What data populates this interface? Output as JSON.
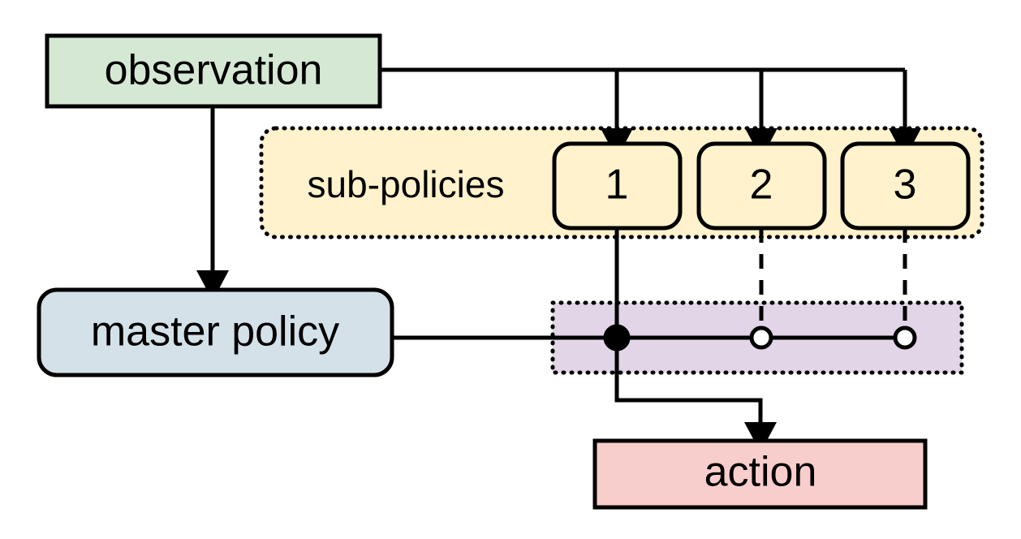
{
  "diagram": {
    "title_nodes": {
      "observation": {
        "label": "observation",
        "fill": "#d5e8d4",
        "stroke": "#000000",
        "shape": "rectangle"
      },
      "master_policy": {
        "label": "master policy",
        "fill": "#d4e1e8",
        "stroke": "#000000",
        "shape": "rounded-rectangle"
      },
      "action": {
        "label": "action",
        "fill": "#f8cecc",
        "stroke": "#000000",
        "shape": "rectangle"
      }
    },
    "subpolicies_group": {
      "label": "sub-policies",
      "fill": "#fff2cc",
      "border_style": "dotted",
      "items": [
        {
          "label": "1",
          "fill": "#fff2cc",
          "active": true
        },
        {
          "label": "2",
          "fill": "#fff2cc",
          "active": false
        },
        {
          "label": "3",
          "fill": "#fff2cc",
          "active": false
        }
      ]
    },
    "switch_group": {
      "fill": "#e1d5e7",
      "border_style": "dotted",
      "contacts": [
        {
          "for": "1",
          "state": "closed",
          "marker": "filled-circle"
        },
        {
          "for": "2",
          "state": "open",
          "marker": "hollow-circle"
        },
        {
          "for": "3",
          "state": "open",
          "marker": "hollow-circle"
        }
      ]
    },
    "edges": [
      {
        "from": "observation",
        "to": "master-policy",
        "style": "solid",
        "arrow": true
      },
      {
        "from": "observation",
        "to": "sub-policy-1",
        "style": "solid",
        "arrow": true
      },
      {
        "from": "observation",
        "to": "sub-policy-2",
        "style": "solid",
        "arrow": true
      },
      {
        "from": "observation",
        "to": "sub-policy-3",
        "style": "solid",
        "arrow": true
      },
      {
        "from": "master-policy",
        "to": "switch",
        "style": "solid",
        "arrow": false
      },
      {
        "from": "sub-policy-1",
        "to": "action",
        "style": "solid",
        "arrow": true
      },
      {
        "from": "sub-policy-2",
        "to": "switch-contact-2",
        "style": "dashed",
        "arrow": false
      },
      {
        "from": "sub-policy-3",
        "to": "switch-contact-3",
        "style": "dashed",
        "arrow": false
      }
    ]
  }
}
